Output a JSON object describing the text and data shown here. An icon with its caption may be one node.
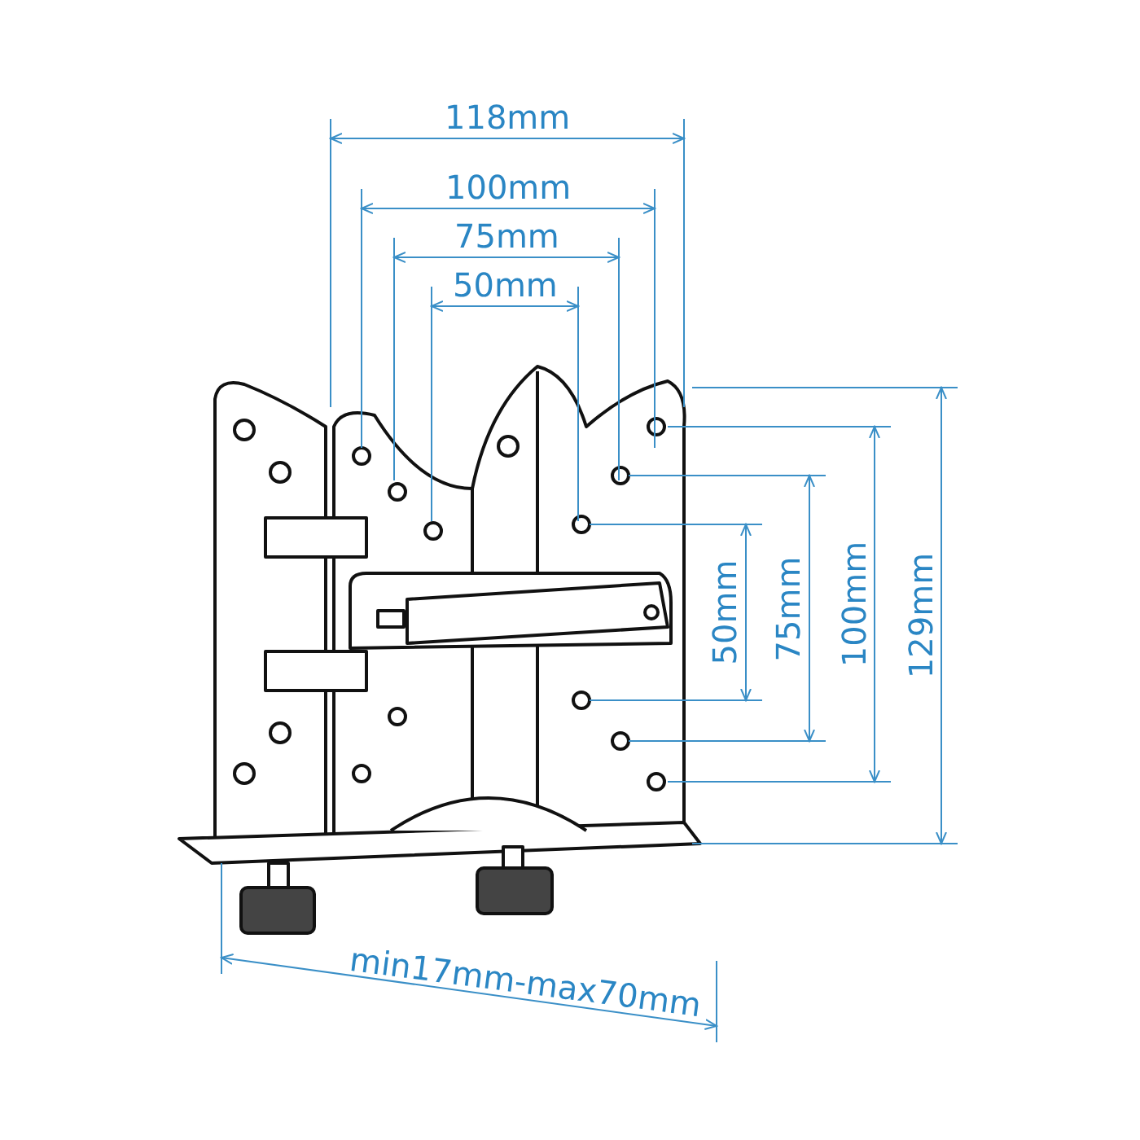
{
  "diagram": {
    "labels": [
      "118mm",
      "100mm",
      "75mm",
      "50mm",
      "50mm",
      "75mm",
      "100mm",
      "129mm",
      "min17mm-max70mm"
    ]
  }
}
